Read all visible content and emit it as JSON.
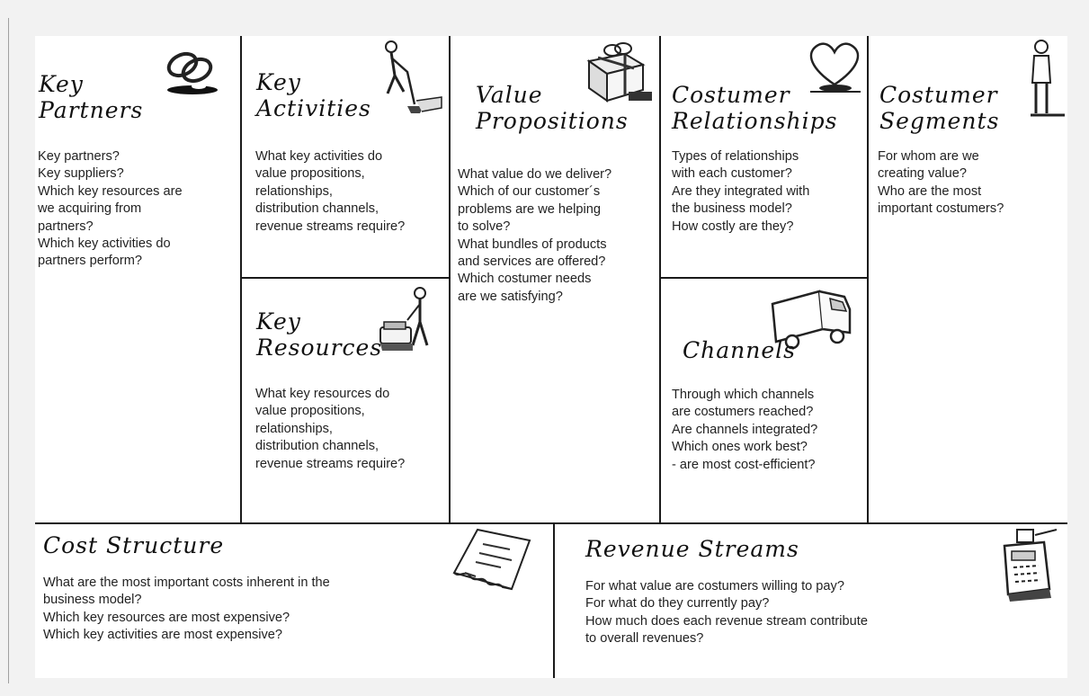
{
  "key_partners": {
    "title_line1": "Key",
    "title_line2": "Partners",
    "icon": "linked-rings-icon",
    "lines": [
      "Key partners?",
      "Key suppliers?",
      "Which key resources are",
      "we acquiring from",
      "partners?",
      "Which key activities do",
      "partners perform?"
    ]
  },
  "key_activities": {
    "title_line1": "Key",
    "title_line2": "Activities",
    "icon": "person-digging-icon",
    "lines": [
      "What key activities do",
      "value propositions,",
      "relationships,",
      "distribution channels,",
      "revenue streams require?"
    ]
  },
  "key_resources": {
    "title_line1": "Key",
    "title_line2": "Resources",
    "icon": "person-with-machine-icon",
    "lines": [
      "What key resources do",
      "value propositions,",
      "relationships,",
      "distribution channels,",
      "revenue streams require?"
    ]
  },
  "value_propositions": {
    "title_line1": "Value",
    "title_line2": "Propositions",
    "icon": "gift-box-icon",
    "lines": [
      "What value do we deliver?",
      "Which of our customer´s",
      "problems are we helping",
      "to solve?",
      "What bundles of products",
      "and services are offered?",
      "Which costumer needs",
      "are we satisfying?"
    ]
  },
  "customer_relationships": {
    "title_line1": "Costumer",
    "title_line2": "Relationships",
    "icon": "heart-icon",
    "lines": [
      "Types of relationships",
      "with each customer?",
      "Are they integrated with",
      "the business model?",
      "How costly are they?"
    ]
  },
  "channels": {
    "title": "Channels",
    "icon": "delivery-truck-icon",
    "lines": [
      "Through which channels",
      "are costumers reached?",
      "Are channels integrated?",
      "Which ones work best?",
      "- are most cost-efficient?"
    ]
  },
  "customer_segments": {
    "title_line1": "Costumer",
    "title_line2": "Segments",
    "icon": "standing-person-icon",
    "lines": [
      "For whom are we",
      "creating value?",
      "Who are the most",
      "important costumers?"
    ]
  },
  "cost_structure": {
    "title": "Cost Structure",
    "icon": "receipt-icon",
    "lines": [
      "What are the most important costs inherent in the",
      "business model?",
      "Which key resources are most expensive?",
      "Which key activities are most expensive?"
    ]
  },
  "revenue_streams": {
    "title": "Revenue Streams",
    "icon": "cash-register-icon",
    "lines": [
      "For what value are costumers willing to pay?",
      "For what do they currently pay?",
      "How much does each revenue stream contribute",
      "to overall revenues?"
    ]
  }
}
